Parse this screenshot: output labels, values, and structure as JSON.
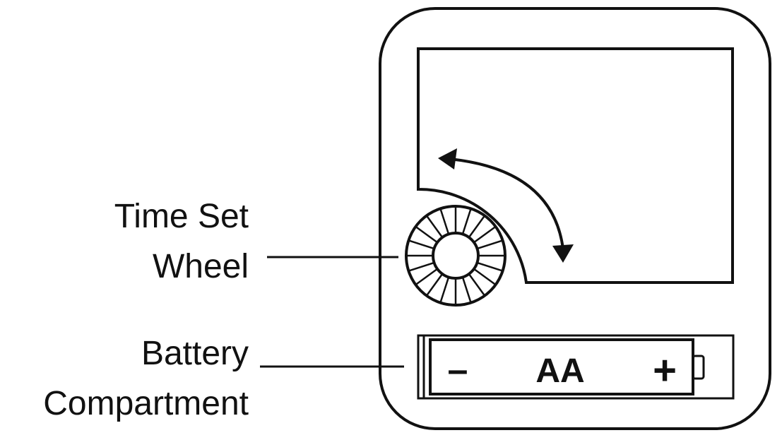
{
  "labels": {
    "time_set_line1": "Time Set",
    "time_set_line2": "Wheel",
    "battery_line1": "Battery",
    "battery_line2": "Compartment"
  },
  "battery": {
    "minus": "–",
    "type": "AA",
    "plus": "+"
  },
  "colors": {
    "stroke": "#111111",
    "background": "#ffffff"
  },
  "icons": {
    "rotation_arrow": "double-headed-curved-arrow-icon",
    "wheel": "knurled-wheel-icon"
  }
}
